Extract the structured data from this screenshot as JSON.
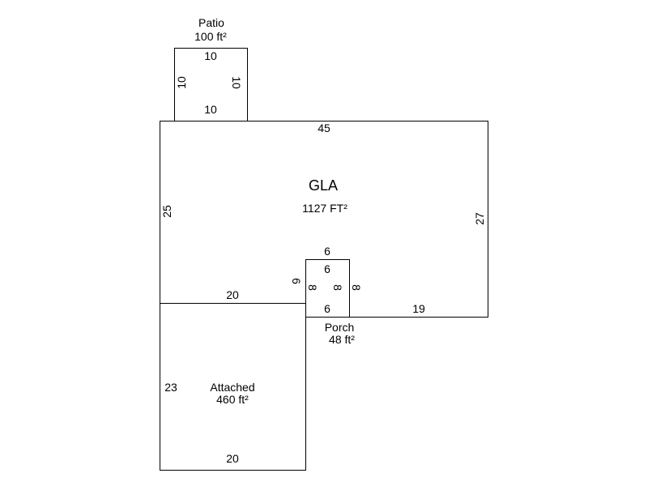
{
  "sketch": {
    "areas": {
      "gla": {
        "name": "GLA",
        "area": "1127 FT²"
      },
      "patio": {
        "name": "Patio",
        "area": "100 ft²"
      },
      "porch": {
        "name": "Porch",
        "area": "48 ft²"
      },
      "attached": {
        "name": "Attached",
        "area": "460 ft²"
      }
    },
    "dimensions": {
      "patio_top": "10",
      "patio_bottom": "10",
      "patio_left": "10",
      "patio_right": "10",
      "gla_top": "45",
      "gla_left": "25",
      "gla_right": "27",
      "gla_bottom_left": "20",
      "gla_bottom_right": "19",
      "gla_notch_outer_top": "6",
      "gla_notch_left": "6",
      "gla_notch_right": "8",
      "porch_top": "6",
      "porch_bottom": "6",
      "porch_left": "8",
      "porch_right": "8",
      "attached_left": "23",
      "attached_bottom": "20"
    }
  }
}
